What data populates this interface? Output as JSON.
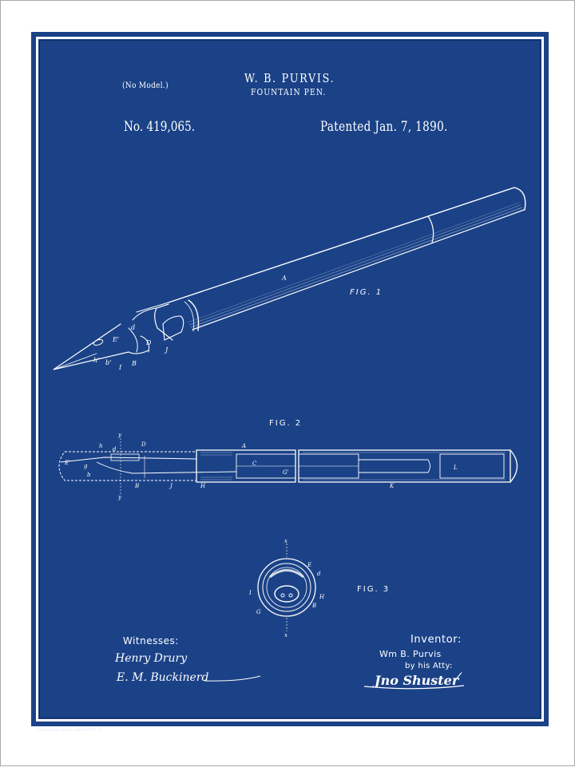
{
  "header": {
    "no_model": "(No Model.)",
    "inventor_name": "W. B. PURVIS.",
    "invention_title": "FOUNTAIN PEN.",
    "patent_number": "No. 419,065.",
    "patent_date": "Patented Jan. 7, 1890."
  },
  "figures": {
    "fig1": {
      "label": "FIG. 1",
      "part_labels": [
        "A",
        "E'",
        "d",
        "D",
        "J",
        "I",
        "B",
        "h'",
        "b'"
      ]
    },
    "fig2": {
      "label": "FIG. 2",
      "part_labels": [
        "h",
        "d",
        "D",
        "A",
        "E'",
        "g",
        "b",
        "B",
        "J",
        "H",
        "C",
        "G'",
        "K",
        "L",
        "y",
        "y"
      ]
    },
    "fig3": {
      "label": "FIG. 3",
      "part_labels": [
        "x",
        "E",
        "d",
        "I",
        "H",
        "G",
        "B",
        "x"
      ]
    }
  },
  "signatures": {
    "witnesses_heading": "Witnesses:",
    "witness_1": "Henry Drury",
    "witness_2": "E. M. Buckinerd",
    "inventor_heading": "Inventor:",
    "inventor": "Wm B. Purvis",
    "by_attorney": "by his Atty:",
    "attorney": "Jno Shuster"
  },
  "footer": {
    "credit": "studio21graphix.com 2020 ©"
  },
  "colors": {
    "blueprint_background": "#1b4287",
    "line_color": "#ffffff",
    "page_background": "#ffffff"
  }
}
